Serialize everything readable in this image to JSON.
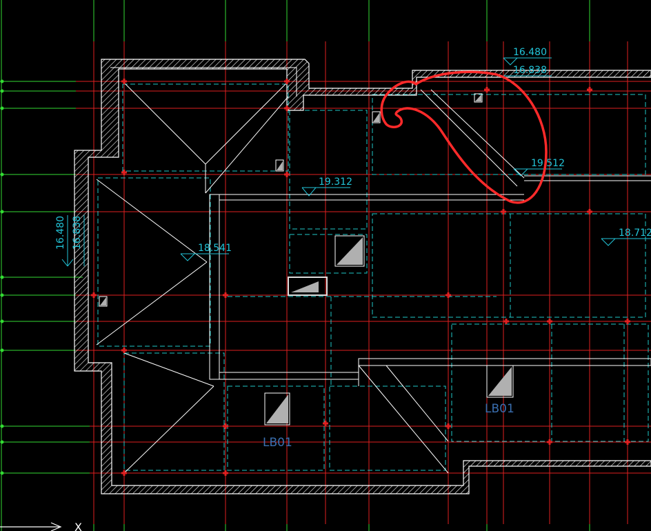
{
  "colors": {
    "background": "#000000",
    "grid_green": "#33dd33",
    "axis_red": "#e02020",
    "beam_cyan": "#20c8c8",
    "wall_white": "#ffffff",
    "markup_red": "#ff2a2a",
    "text_cyan": "#22c4d8",
    "text_blue": "#3a6fb0"
  },
  "elevations": {
    "top_1": "16.480",
    "top_2": "16.838",
    "ridge_mid": "19.312",
    "ridge_right": "19.512",
    "left_1": "16.480",
    "left_2": "16.838",
    "left_slope": "18.541",
    "right_slope": "18.712"
  },
  "slab_labels": {
    "bottom": "LB01",
    "right": "LB01"
  },
  "axis_indicator": {
    "label": "X"
  }
}
